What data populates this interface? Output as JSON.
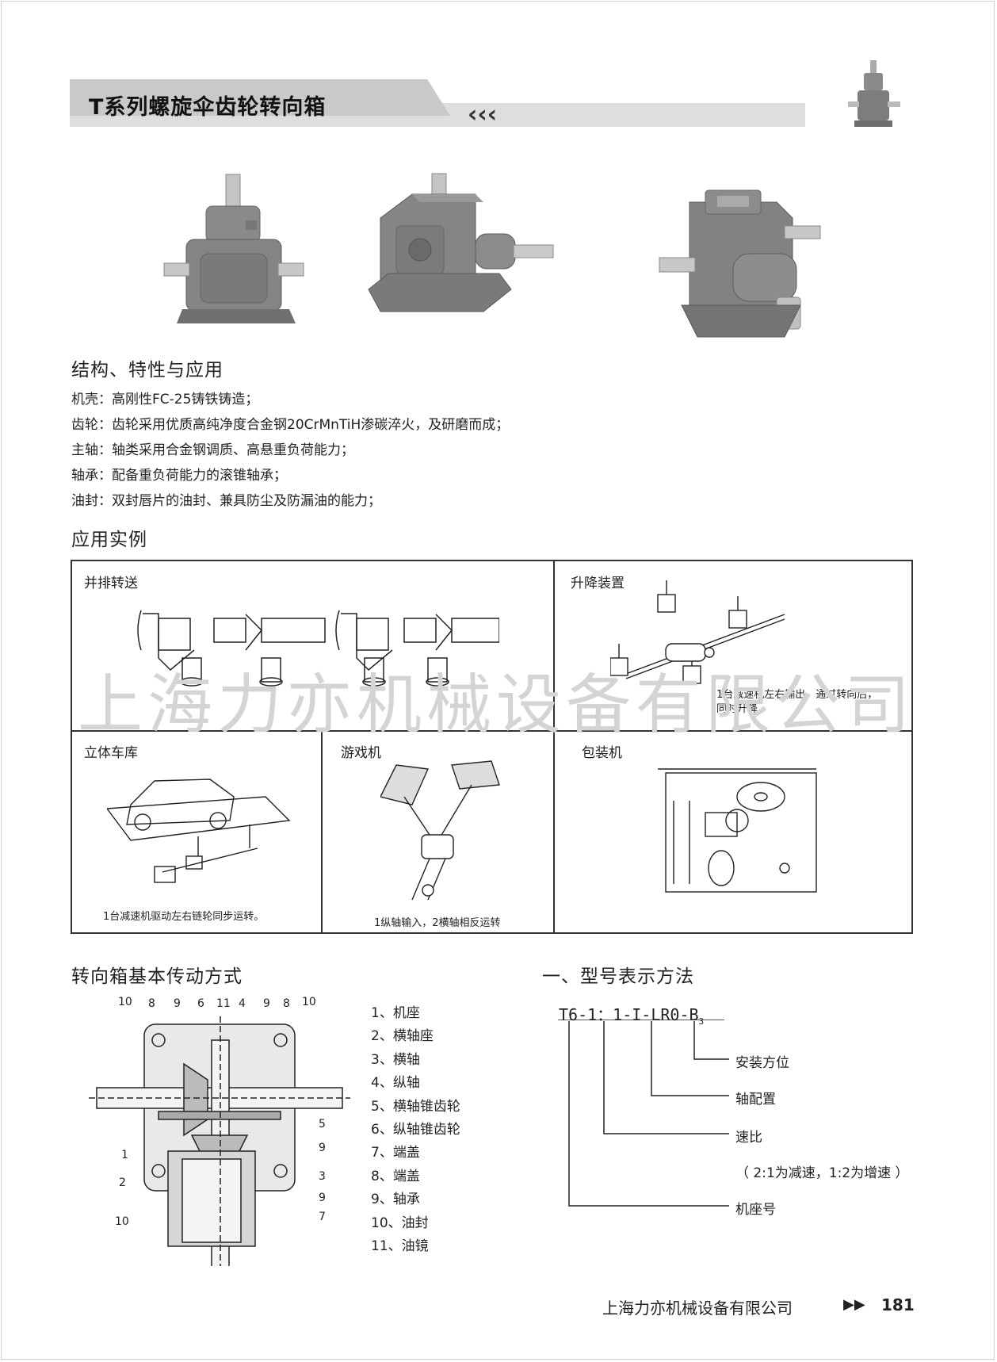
{
  "header": {
    "title": "T系列螺旋伞齿轮转向箱"
  },
  "features": {
    "heading": "结构、特性与应用",
    "items": [
      "机壳：高刚性FC-25铸铁铸造；",
      "齿轮：齿轮采用优质高纯净度合金钢20CrMnTiH渗碳淬火，及研磨而成；",
      "主轴：轴类采用合金钢调质、高悬重负荷能力；",
      "轴承：配备重负荷能力的滚锥轴承；",
      "油封：双封唇片的油封、兼具防尘及防漏油的能力；"
    ]
  },
  "applications": {
    "heading": "应用实例",
    "cells": {
      "side_by_side": {
        "title": "并排转送"
      },
      "lifting": {
        "title": "升降装置",
        "caption_line1": "1台减速机左右输出，通过转向后，",
        "caption_line2": "同时升降"
      },
      "garage": {
        "title": "立体车库",
        "caption": "1台减速机驱动左右链轮同步运转。"
      },
      "game": {
        "title": "游戏机",
        "caption": "1纵轴输入，2横轴相反运转"
      },
      "packaging": {
        "title": "包装机"
      }
    },
    "watermark": "上海力亦机械设备有限公司"
  },
  "transmission": {
    "heading": "转向箱基本传动方式",
    "callouts_top": [
      "10",
      "8",
      "9",
      "6",
      "11",
      "4",
      "9",
      "8",
      "10"
    ],
    "callouts_left": [
      "1",
      "2",
      "10"
    ],
    "callouts_right": [
      "5",
      "9",
      "3",
      "9",
      "7"
    ],
    "parts": [
      "1、机座",
      "2、横轴座",
      "3、横轴",
      "4、纵轴",
      "5、横轴锥齿轮",
      "6、纵轴锥齿轮",
      "7、端盖",
      "8、端盖",
      "9、轴承",
      "10、油封",
      "11、油镜"
    ]
  },
  "model": {
    "heading": "一、型号表示方法",
    "code": "T6-1：1-I-LR0-B",
    "code_sub": "3",
    "labels": {
      "mount": "安装方位",
      "shaft": "轴配置",
      "ratio": "速比",
      "ratio_note": "（ 2:1为减速，1:2为增速 ）",
      "frame": "机座号"
    }
  },
  "footer": {
    "company": "上海力亦机械设备有限公司",
    "page": "181"
  }
}
